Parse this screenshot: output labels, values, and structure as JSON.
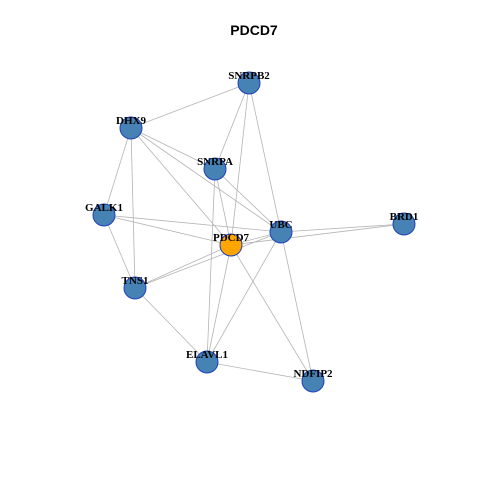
{
  "title": "PDCD7",
  "colors": {
    "default_node": "#4682b4",
    "focus_node": "#ffa500",
    "node_border": "#1f3fbf",
    "edge": "#b4b4b4"
  },
  "nodes": [
    {
      "id": "SNRPB2",
      "label": "SNRPB2",
      "focus": false
    },
    {
      "id": "DHX9",
      "label": "DHX9",
      "focus": false
    },
    {
      "id": "SNRPA",
      "label": "SNRPA",
      "focus": false
    },
    {
      "id": "GALK1",
      "label": "GALK1",
      "focus": false
    },
    {
      "id": "PDCD7",
      "label": "PDCD7",
      "focus": true
    },
    {
      "id": "UBC",
      "label": "UBC",
      "focus": false
    },
    {
      "id": "BRD1",
      "label": "BRD1",
      "focus": false
    },
    {
      "id": "TNS1",
      "label": "TNS1",
      "focus": false
    },
    {
      "id": "ELAVL1",
      "label": "ELAVL1",
      "focus": false
    },
    {
      "id": "NDFIP2",
      "label": "NDFIP2",
      "focus": false
    }
  ],
  "edges": [
    [
      "SNRPB2",
      "DHX9"
    ],
    [
      "SNRPB2",
      "SNRPA"
    ],
    [
      "SNRPB2",
      "PDCD7"
    ],
    [
      "SNRPB2",
      "UBC"
    ],
    [
      "DHX9",
      "SNRPA"
    ],
    [
      "DHX9",
      "GALK1"
    ],
    [
      "DHX9",
      "TNS1"
    ],
    [
      "DHX9",
      "PDCD7"
    ],
    [
      "DHX9",
      "UBC"
    ],
    [
      "SNRPA",
      "PDCD7"
    ],
    [
      "SNRPA",
      "UBC"
    ],
    [
      "SNRPA",
      "ELAVL1"
    ],
    [
      "GALK1",
      "PDCD7"
    ],
    [
      "GALK1",
      "UBC"
    ],
    [
      "GALK1",
      "TNS1"
    ],
    [
      "PDCD7",
      "UBC"
    ],
    [
      "PDCD7",
      "BRD1"
    ],
    [
      "PDCD7",
      "TNS1"
    ],
    [
      "PDCD7",
      "ELAVL1"
    ],
    [
      "PDCD7",
      "NDFIP2"
    ],
    [
      "UBC",
      "BRD1"
    ],
    [
      "UBC",
      "TNS1"
    ],
    [
      "UBC",
      "NDFIP2"
    ],
    [
      "UBC",
      "ELAVL1"
    ],
    [
      "TNS1",
      "ELAVL1"
    ],
    [
      "ELAVL1",
      "NDFIP2"
    ]
  ]
}
